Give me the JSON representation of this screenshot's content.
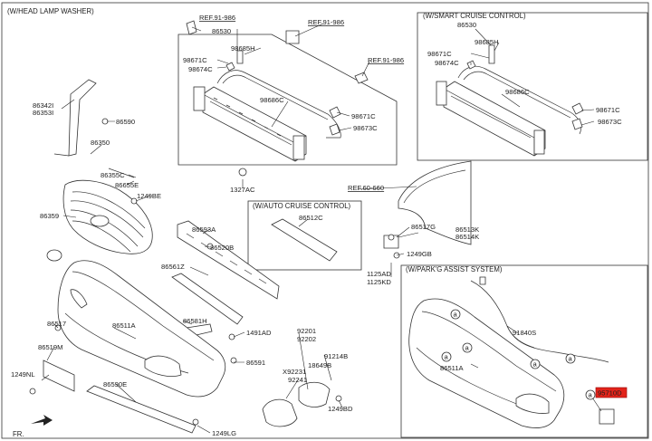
{
  "sections": {
    "headlamp_washer": "(W/HEAD LAMP WASHER)",
    "smart_cruise": "(W/SMART CRUISE CONTROL)",
    "auto_cruise": "(W/AUTO CRUISE CONTROL)",
    "park_assist": "(W/PARK'G ASSIST SYSTEM)"
  },
  "refs": {
    "r1": "REF.91-986",
    "r2": "REF.91-986",
    "r3": "REF.91-986",
    "r4": "REF.60-660"
  },
  "labels": {
    "p86530a": "86530",
    "p98685Ha": "98685H",
    "p98671Ca": "98671C",
    "p98674Ca": "98674C",
    "p98686Ca": "98686C",
    "p98671Cb": "98671C",
    "p98673Ca": "98673C",
    "p86530b": "86530",
    "p98685Hb": "98685H",
    "p98671Cc": "98671C",
    "p98674Cb": "98674C",
    "p98686Cb": "98686C",
    "p98671Cd": "98671C",
    "p98673Cb": "98673C",
    "p86342I": "86342I",
    "p86353I": "86353I",
    "p86590": "86590",
    "p86350": "86350",
    "p86355C": "86355C",
    "p86655E": "86655E",
    "p1249BE": "1249BE",
    "p86359": "86359",
    "p1327AC": "1327AC",
    "p86512C": "86512C",
    "p86517G": "86517G",
    "p86513K": "86513K",
    "p86514K": "86514K",
    "p1249GB": "1249GB",
    "p1125AD": "1125AD",
    "p1125KD": "1125KD",
    "p86593A": "86593A",
    "p86520B": "86520B",
    "p86561Z": "86561Z",
    "p86581H": "86581H",
    "p1491AD": "1491AD",
    "p86591": "86591",
    "p92201": "92201",
    "p92202": "92202",
    "p91214B": "91214B",
    "pX92231": "X92231",
    "p92241": "92241",
    "p18649B": "18649B",
    "p1249BD": "1249BD",
    "p86517": "86517",
    "p86519M": "86519M",
    "p86511Aa": "86511A",
    "p1249NL": "1249NL",
    "p86590E": "86590E",
    "p1249LG": "1249LG",
    "p91840S": "91840S",
    "p86511Ab": "86511A",
    "p95710D": "95710D",
    "fr": "FR.",
    "ca1": "a",
    "ca2": "a",
    "ca3": "a",
    "ca4": "a",
    "ca5": "a",
    "ca6": "a"
  },
  "colors": {
    "highlight": "#e2231a",
    "ink": "#222222"
  }
}
